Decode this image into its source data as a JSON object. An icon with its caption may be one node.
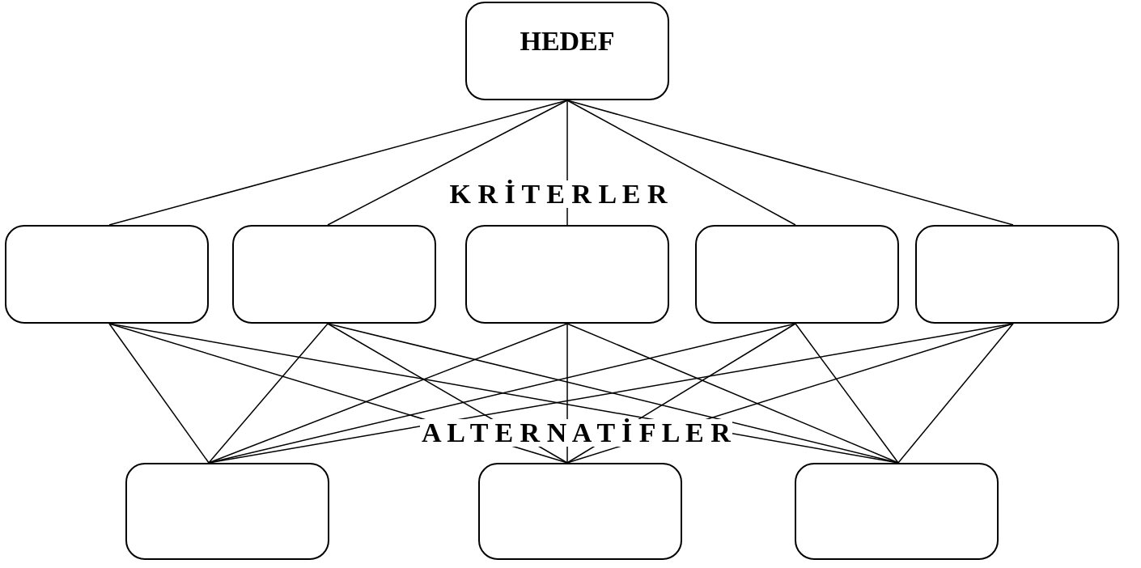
{
  "diagram": {
    "nodes": [
      {
        "text": [
          "HEDEF"
        ]
      },
      {
        "text": [],
        "shape": "box"
      },
      {
        "text": [],
        "shape": "box"
      },
      {
        "text": [],
        "shape": "box"
      },
      {
        "text": [],
        "shape": "box"
      },
      {
        "text": [],
        "shape": "box"
      },
      {
        "text": [],
        "shape": "box"
      },
      {
        "text": [],
        "shape": "box"
      },
      {
        "text": [],
        "shape": "box"
      }
    ],
    "edges": [
      {
        "from": 0,
        "to": 1,
        "arrow": "none"
      },
      {
        "from": 0,
        "to": 2,
        "arrow": "none"
      },
      {
        "from": 0,
        "to": 3,
        "arrow": "none"
      },
      {
        "from": 0,
        "to": 4,
        "arrow": "none"
      },
      {
        "from": 0,
        "to": 5,
        "arrow": "none"
      },
      {
        "from": 1,
        "to": 6,
        "arrow": "none"
      },
      {
        "from": 1,
        "to": 7,
        "arrow": "none"
      },
      {
        "from": 1,
        "to": 8,
        "arrow": "none"
      },
      {
        "from": 2,
        "to": 6,
        "arrow": "none"
      },
      {
        "from": 2,
        "to": 7,
        "arrow": "none"
      },
      {
        "from": 2,
        "to": 8,
        "arrow": "none"
      },
      {
        "from": 3,
        "to": 6,
        "arrow": "none"
      },
      {
        "from": 3,
        "to": 7,
        "arrow": "none"
      },
      {
        "from": 3,
        "to": 8,
        "arrow": "none"
      },
      {
        "from": 4,
        "to": 6,
        "arrow": "none"
      },
      {
        "from": 4,
        "to": 7,
        "arrow": "none"
      },
      {
        "from": 4,
        "to": 8,
        "arrow": "none"
      },
      {
        "from": 5,
        "to": 6,
        "arrow": "none"
      },
      {
        "from": 5,
        "to": 7,
        "arrow": "none"
      },
      {
        "from": 5,
        "to": 8,
        "arrow": "none"
      }
    ],
    "labels": [
      "K R İ T E R L E R",
      "A L T E R N A T İ F L E R"
    ]
  }
}
